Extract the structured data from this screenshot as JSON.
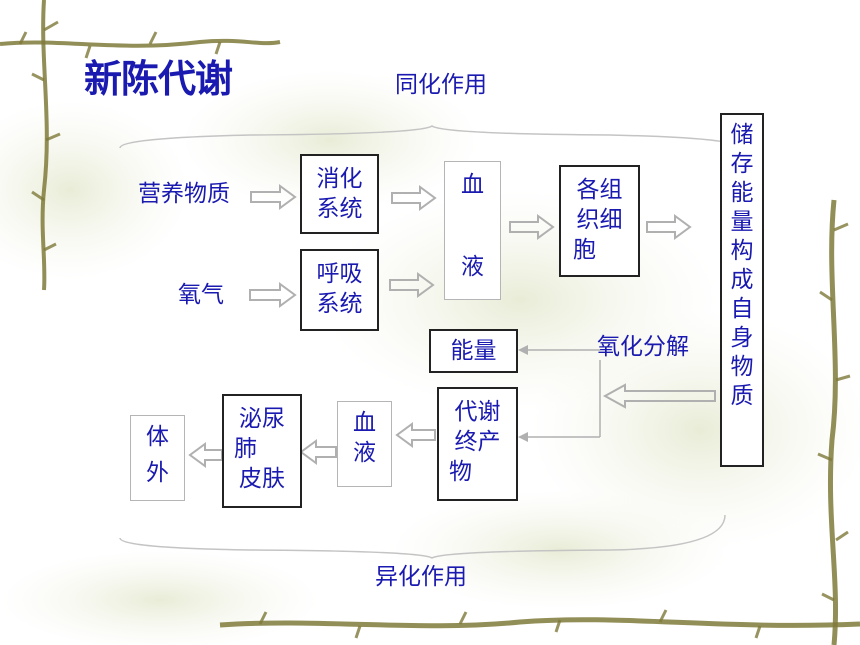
{
  "title": "新陈代谢",
  "anabolism": "同化作用",
  "catabolism": "异化作用",
  "inputs": {
    "nutrients": "营养物质",
    "oxygen": "氧气"
  },
  "digestive_system": [
    "消化",
    "系统"
  ],
  "respiratory_system": [
    "呼吸",
    "系统"
  ],
  "blood_top": [
    "血",
    "液"
  ],
  "tissue_cells": [
    "各组",
    "织细",
    "胞"
  ],
  "store_energy": [
    "储",
    "存",
    "能",
    "量",
    "构",
    "成",
    "自",
    "身",
    "物",
    "质"
  ],
  "oxidation": "氧化分解",
  "energy": "能量",
  "waste": [
    "代谢",
    "终产",
    "物"
  ],
  "blood_bottom": [
    "血",
    "液"
  ],
  "excretory_organs": [
    "泌尿",
    "肺",
    "皮肤"
  ],
  "outside": [
    "体",
    "外"
  ],
  "colors": {
    "text": "#1a1ab0",
    "box_border": "#222222",
    "light_border": "#b5b5b5",
    "arrow": "#b0b0b0",
    "vine": "#7f7a3a"
  }
}
